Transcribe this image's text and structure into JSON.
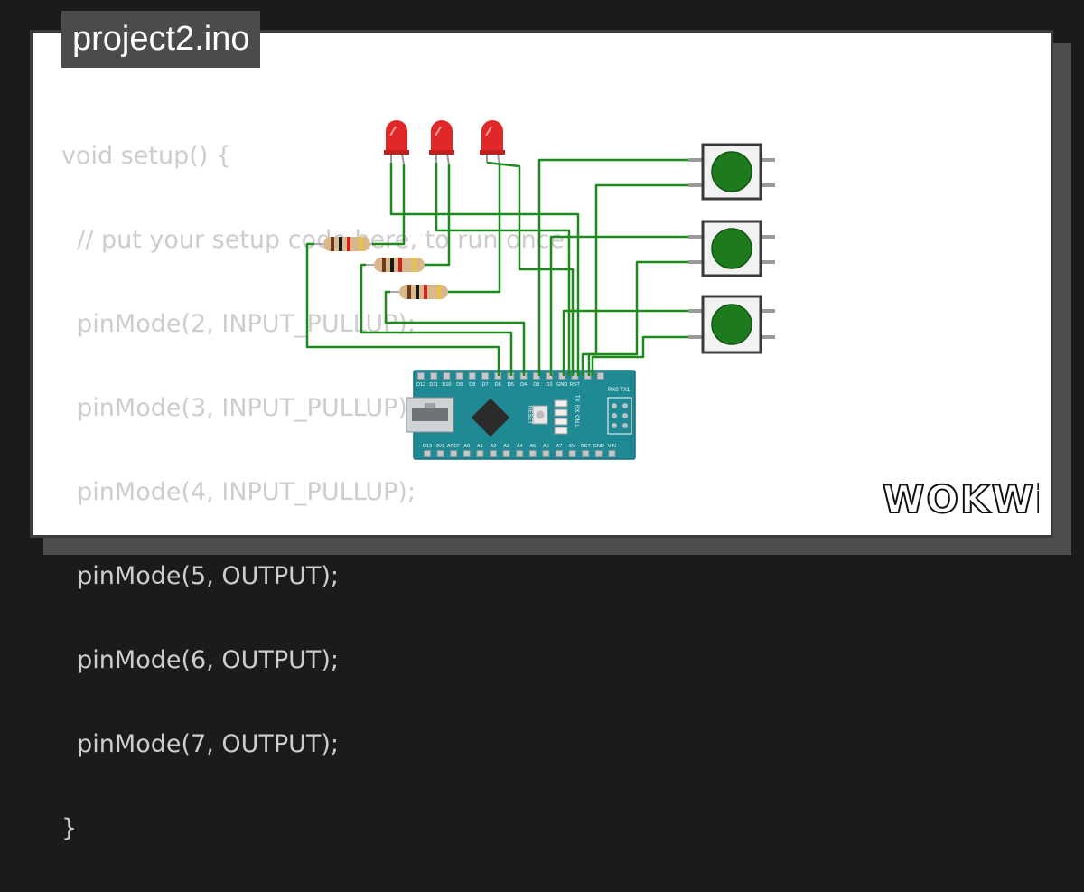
{
  "title": "project2.ino",
  "code_lines": [
    "void setup() {",
    "  // put your setup code here, to run once:",
    "  pinMode(2, INPUT_PULLUP);",
    "  pinMode(3, INPUT_PULLUP);",
    "  pinMode(4, INPUT_PULLUP);",
    "  pinMode(5, OUTPUT);",
    "  pinMode(6, OUTPUT);",
    "  pinMode(7, OUTPUT);",
    "}"
  ],
  "board": {
    "top_pins": [
      "D12",
      "D11",
      "D10",
      "D9",
      "D8",
      "D7",
      "D6",
      "D5",
      "D4",
      "D3",
      "D2",
      "GND",
      "RST"
    ],
    "top_right_labels": "RX0 TX1",
    "bottom_pins": [
      "D13",
      "3V3",
      "AREF",
      "A0",
      "A1",
      "A2",
      "A3",
      "A4",
      "A5",
      "A6",
      "A7",
      "5V",
      "RST",
      "GND",
      "VIN"
    ],
    "reset_label": "RESET",
    "led_labels": [
      "TX",
      "RX",
      "ON",
      "L"
    ]
  },
  "brand": {
    "logo_text": "WOKWi"
  },
  "colors": {
    "wire": "#1e8a1e",
    "board": "#1f8a94",
    "led": "#e02828",
    "button_cap": "#1d7a1d",
    "code_text": "#cdcdcd",
    "title_bg": "#4b4b4b"
  }
}
